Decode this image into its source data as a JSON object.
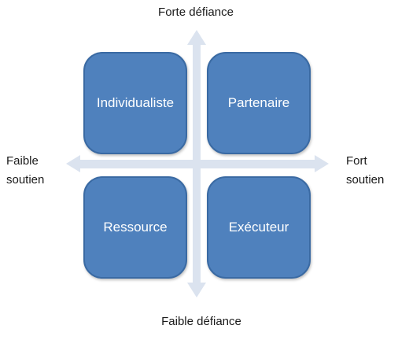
{
  "axes": {
    "top": "Forte défiance",
    "bottom": "Faible défiance",
    "left_line1": "Faible",
    "left_line2": "soutien",
    "right_line1": "Fort",
    "right_line2": "soutien"
  },
  "quadrants": {
    "top_left": "Individualiste",
    "top_right": "Partenaire",
    "bottom_left": "Ressource",
    "bottom_right": "Exécuteur"
  },
  "colors": {
    "box_fill": "#4f81bd",
    "box_border": "#3a6aa3",
    "arrow": "#dbe3ef"
  }
}
